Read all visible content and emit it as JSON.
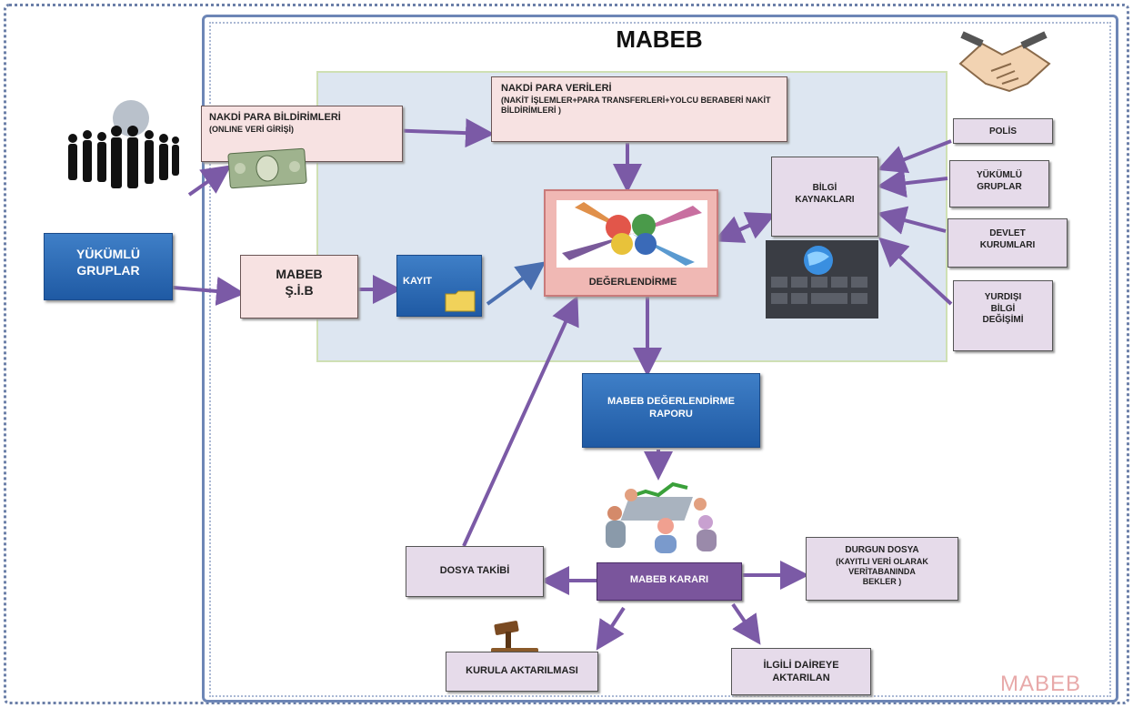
{
  "title": "MABEB",
  "watermark": "MABEB",
  "nodes": {
    "nakdi_para_bildirimleri": {
      "line1": "NAKDİ PARA BİLDİRİMLERİ",
      "line2": "(ONLINE VERİ GİRİŞİ)"
    },
    "nakdi_para_verileri": {
      "line1": "NAKDİ PARA VERİLERİ",
      "line2": "(NAKİT İŞLEMLER+PARA TRANSFERLERİ+YOLCU BERABERİ NAKİT BİLDİRİMLERİ )"
    },
    "yukumlu_gruplar_left": {
      "line1": "YÜKÜMLÜ",
      "line2": "GRUPLAR"
    },
    "mabeb_sib": {
      "line1": "MABEB",
      "line2": "Ş.İ.B"
    },
    "kayit": "KAYIT",
    "degerlendirme": "DEĞERLENDİRME",
    "bilgi_kaynaklari": {
      "line1": "BİLGİ",
      "line2": "KAYNAKLARI"
    },
    "polis": "POLİS",
    "yukumlu_gruplar_right": {
      "line1": "YÜKÜMLÜ",
      "line2": "GRUPLAR"
    },
    "devlet_kurumlari": {
      "line1": "DEVLET",
      "line2": "KURUMLARI"
    },
    "yurtdisi": {
      "line1": "YURDIŞI",
      "line2": "BİLGİ",
      "line3": "DEĞİŞİMİ"
    },
    "rapor": {
      "line1": "MABEB DEĞERLENDİRME",
      "line2": "RAPORU"
    },
    "karar": "MABEB KARARI",
    "dosya_takibi": "DOSYA TAKİBİ",
    "durgun_dosya": {
      "line1": "DURGUN  DOSYA",
      "line2": "(KAYITLI VERİ OLARAK",
      "line3": "VERİTABANINDA",
      "line4": "BEKLER )"
    },
    "kurula": "KURULA AKTARILMASI",
    "ilgili_daire": {
      "line1": "İLGİLİ DAİREYE",
      "line2": "AKTARILAN"
    }
  },
  "colors": {
    "arrow": "#7b5aa6",
    "karar": "#7a559c",
    "blue": "#2f6db8",
    "border": "#6d86b6"
  },
  "icons": [
    "people-crowd-icon",
    "dollar-bill-icon",
    "folder-icon",
    "puzzle-hands-icon",
    "handshake-icon",
    "keyboard-globe-icon",
    "meeting-chart-icon",
    "gavel-icon"
  ]
}
